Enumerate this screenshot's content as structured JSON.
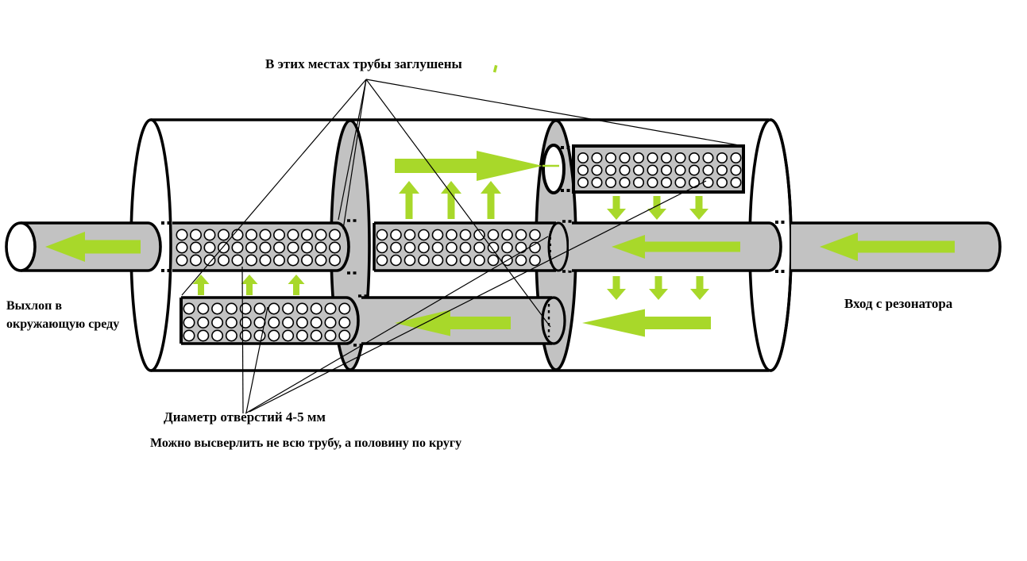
{
  "labels": {
    "plugged_note": "В этих местах трубы заглушены",
    "exhaust_out_line1": "Выхлоп в",
    "exhaust_out_line2": "окружающую среду",
    "inlet": "Вход с резонатора",
    "hole_diameter_note": "Диаметр отверстий 4-5 мм",
    "drill_half_note": "Можно высверлить не всю трубу, а половину по кругу"
  },
  "colors": {
    "flow_arrow": "#a8d82a",
    "metal_gray": "#c2c2c2",
    "outline_black": "#000000",
    "background": "#ffffff"
  }
}
